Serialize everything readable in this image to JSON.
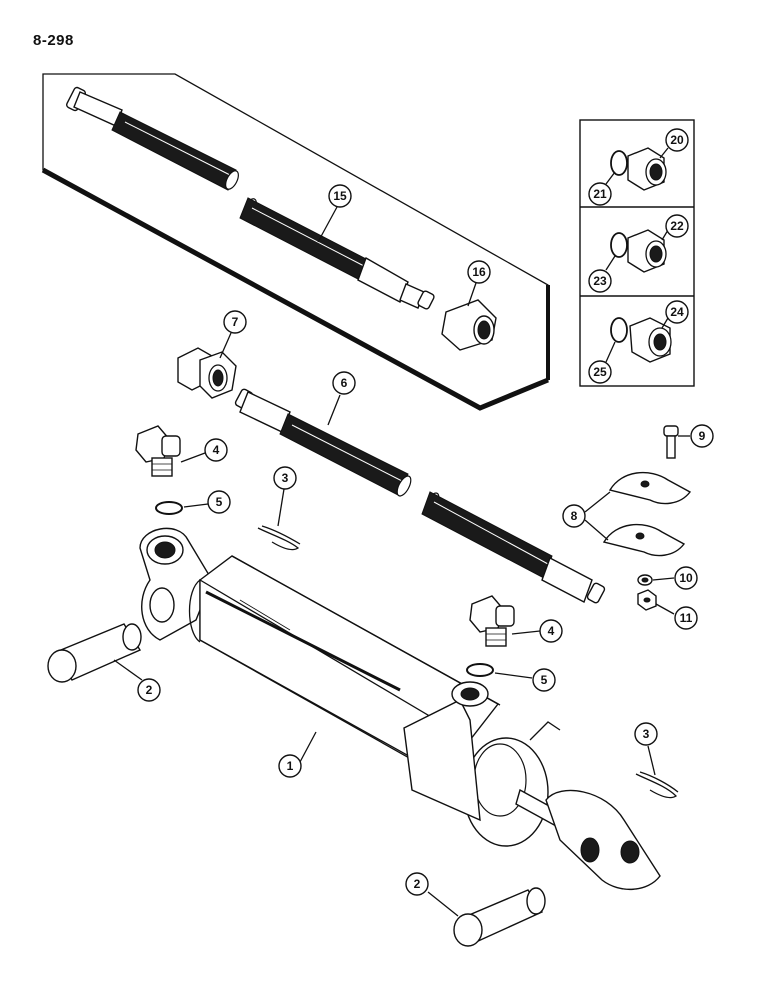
{
  "page_number": "8-298",
  "callouts": [
    {
      "id": "c1",
      "label": "1"
    },
    {
      "id": "c2a",
      "label": "2"
    },
    {
      "id": "c2b",
      "label": "2"
    },
    {
      "id": "c3a",
      "label": "3"
    },
    {
      "id": "c3b",
      "label": "3"
    },
    {
      "id": "c4a",
      "label": "4"
    },
    {
      "id": "c4b",
      "label": "4"
    },
    {
      "id": "c5a",
      "label": "5"
    },
    {
      "id": "c5b",
      "label": "5"
    },
    {
      "id": "c6",
      "label": "6"
    },
    {
      "id": "c7",
      "label": "7"
    },
    {
      "id": "c8",
      "label": "8"
    },
    {
      "id": "c9",
      "label": "9"
    },
    {
      "id": "c10",
      "label": "10"
    },
    {
      "id": "c11",
      "label": "11"
    },
    {
      "id": "c15",
      "label": "15"
    },
    {
      "id": "c16",
      "label": "16"
    },
    {
      "id": "c20",
      "label": "20"
    },
    {
      "id": "c21",
      "label": "21"
    },
    {
      "id": "c22",
      "label": "22"
    },
    {
      "id": "c23",
      "label": "23"
    },
    {
      "id": "c24",
      "label": "24"
    },
    {
      "id": "c25",
      "label": "25"
    }
  ]
}
